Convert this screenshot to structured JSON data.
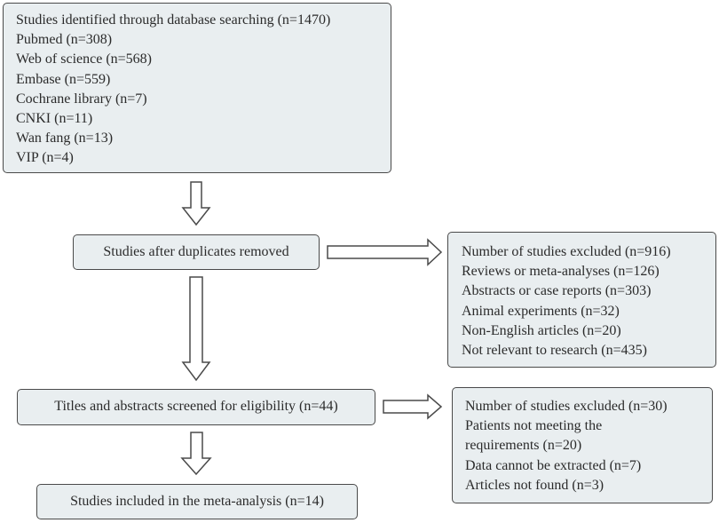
{
  "identification": {
    "lines": [
      "Studies identified through database searching (n=1470)",
      "Pubmed (n=308)",
      "Web of science (n=568)",
      "Embase (n=559)",
      "Cochrane library (n=7)",
      "CNKI (n=11)",
      "Wan fang (n=13)",
      "VIP (n=4)"
    ]
  },
  "duplicates_removed": {
    "label": "Studies after duplicates removed"
  },
  "excluded_first": {
    "lines": [
      "Number of studies excluded (n=916)",
      "Reviews or meta-analyses (n=126)",
      "Abstracts or case reports (n=303)",
      "Animal experiments (n=32)",
      "Non-English articles (n=20)",
      "Not relevant to research (n=435)"
    ]
  },
  "screened": {
    "label": "Titles and abstracts screened for eligibility (n=44)"
  },
  "excluded_second": {
    "lines": [
      "Number of studies excluded (n=30)",
      "Patients not meeting the",
      "requirements (n=20)",
      "Data cannot be extracted (n=7)",
      "Articles not found (n=3)"
    ]
  },
  "included": {
    "label": "Studies included in the meta-analysis (n=14)"
  }
}
